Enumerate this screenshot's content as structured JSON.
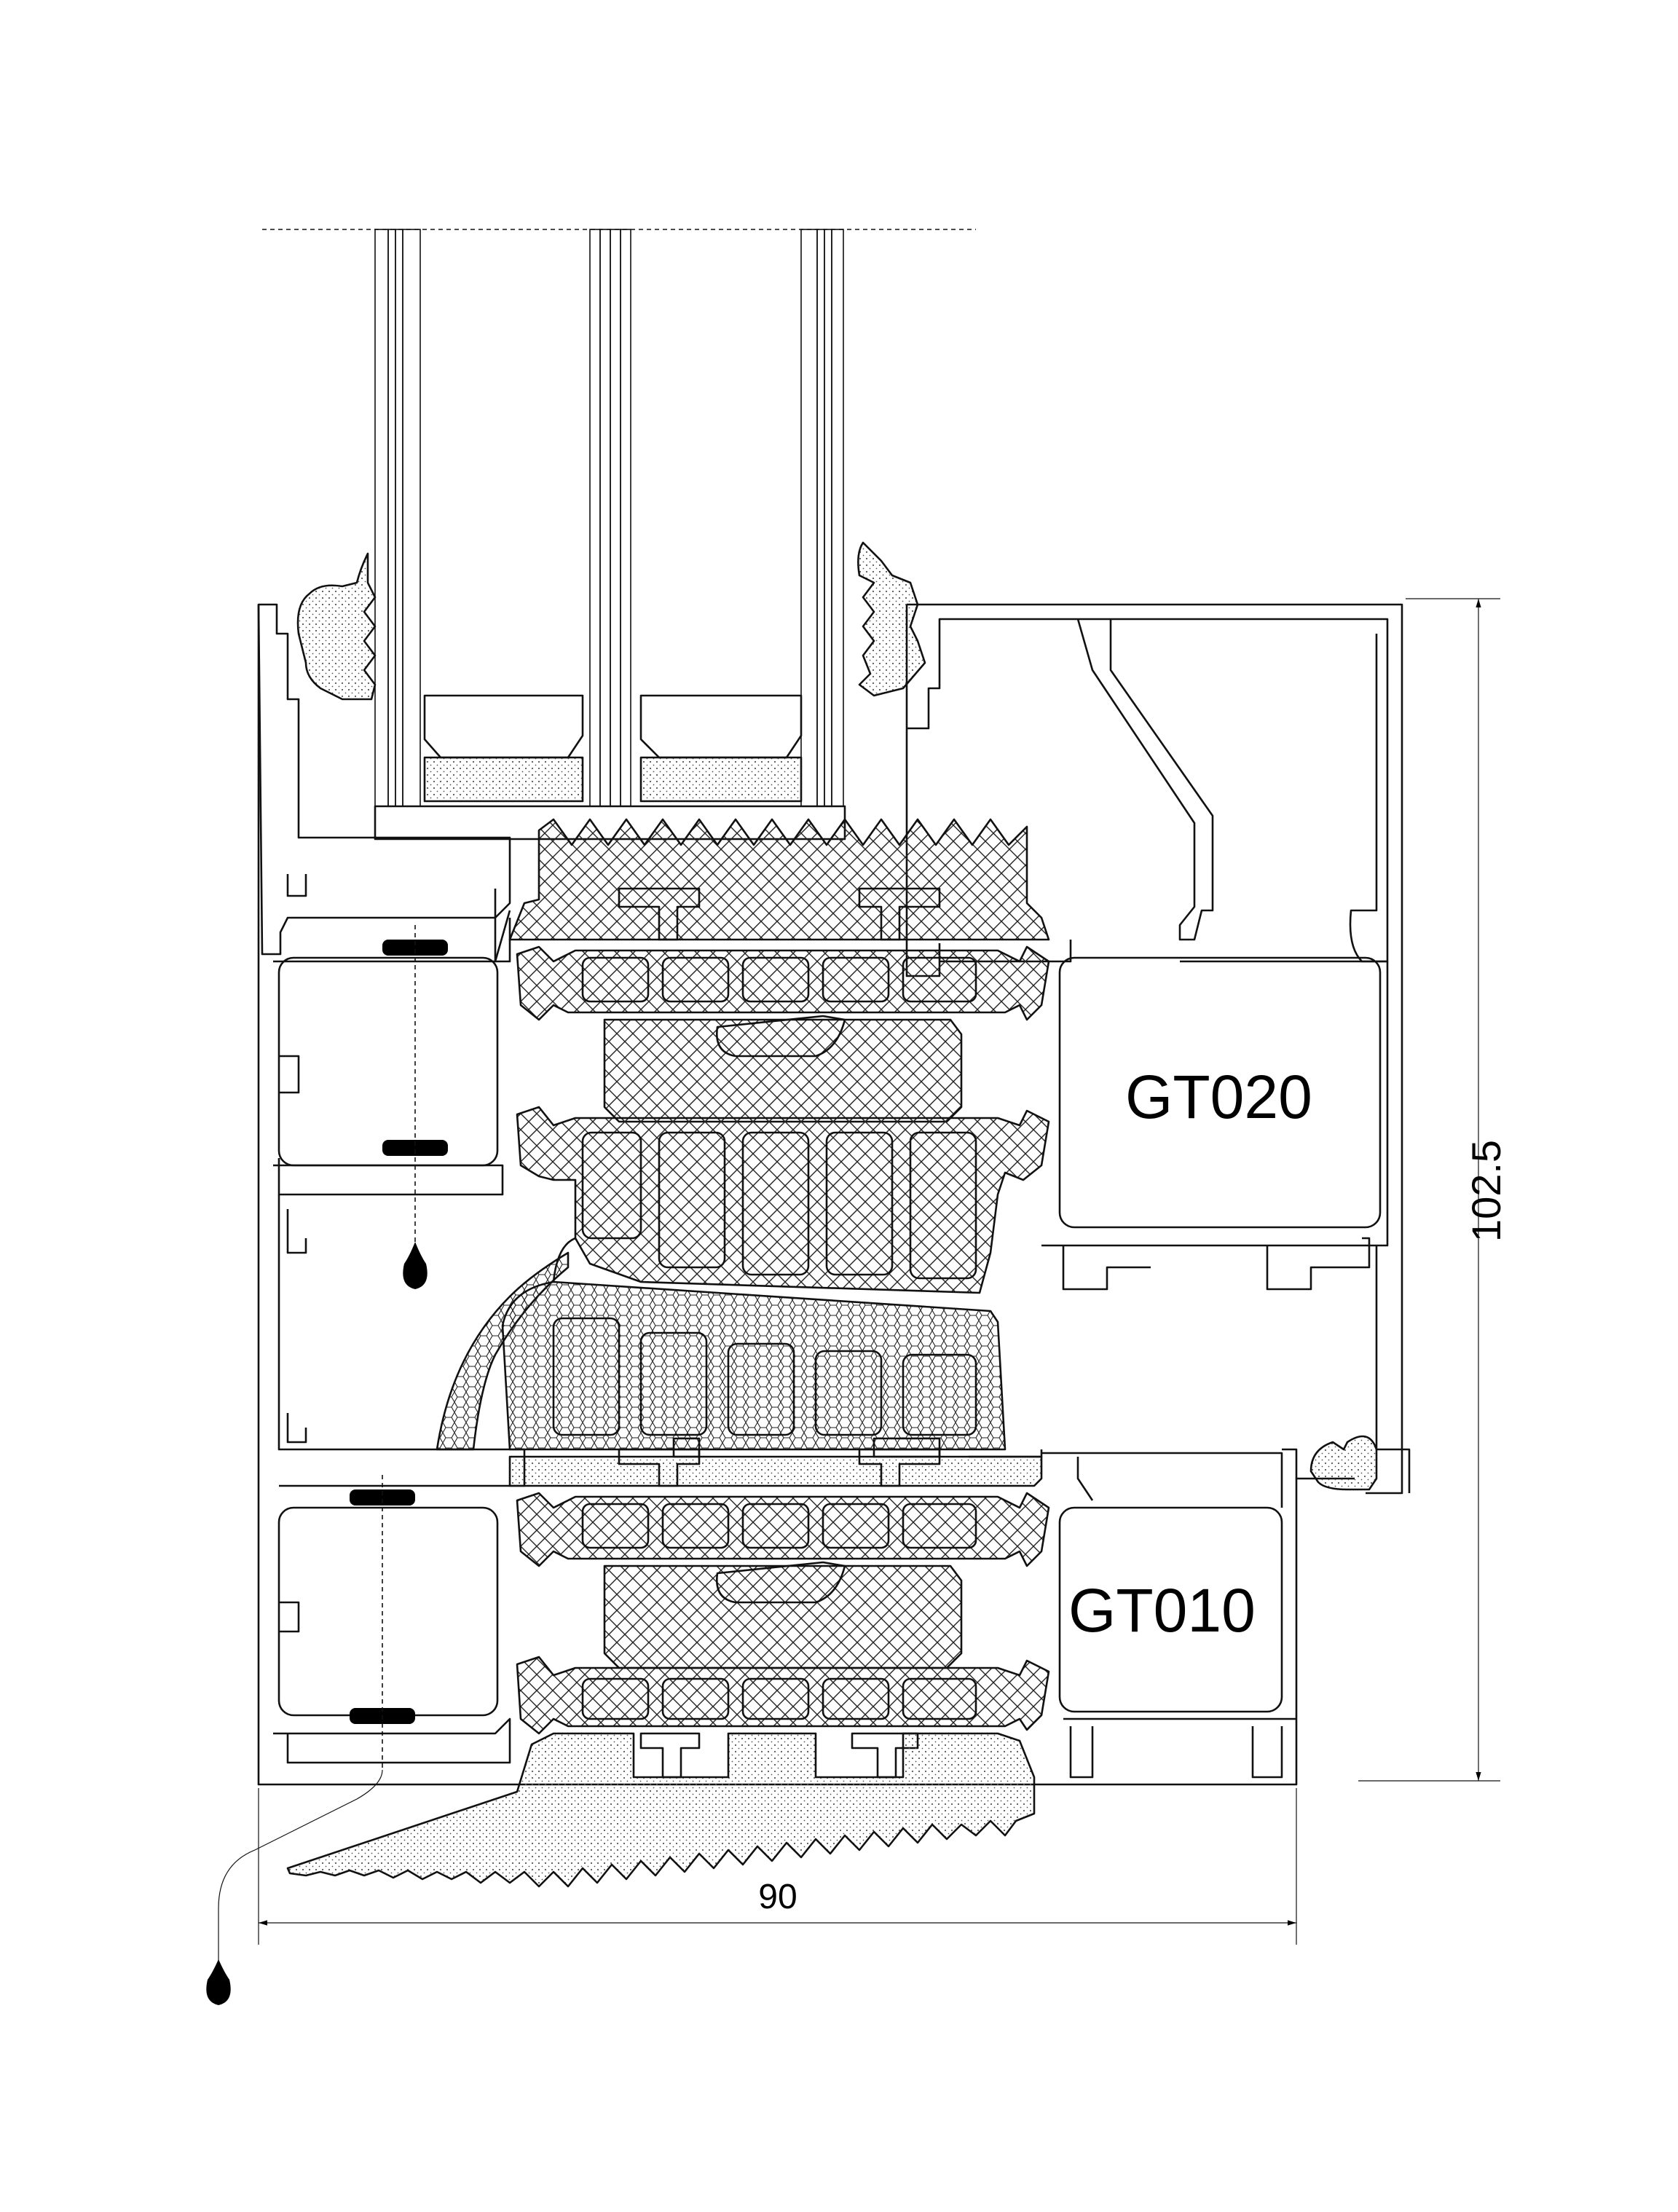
{
  "labels": {
    "upper_profile": "GT020",
    "lower_profile": "GT010"
  },
  "dimensions": {
    "width": "90",
    "height": "102.5"
  }
}
